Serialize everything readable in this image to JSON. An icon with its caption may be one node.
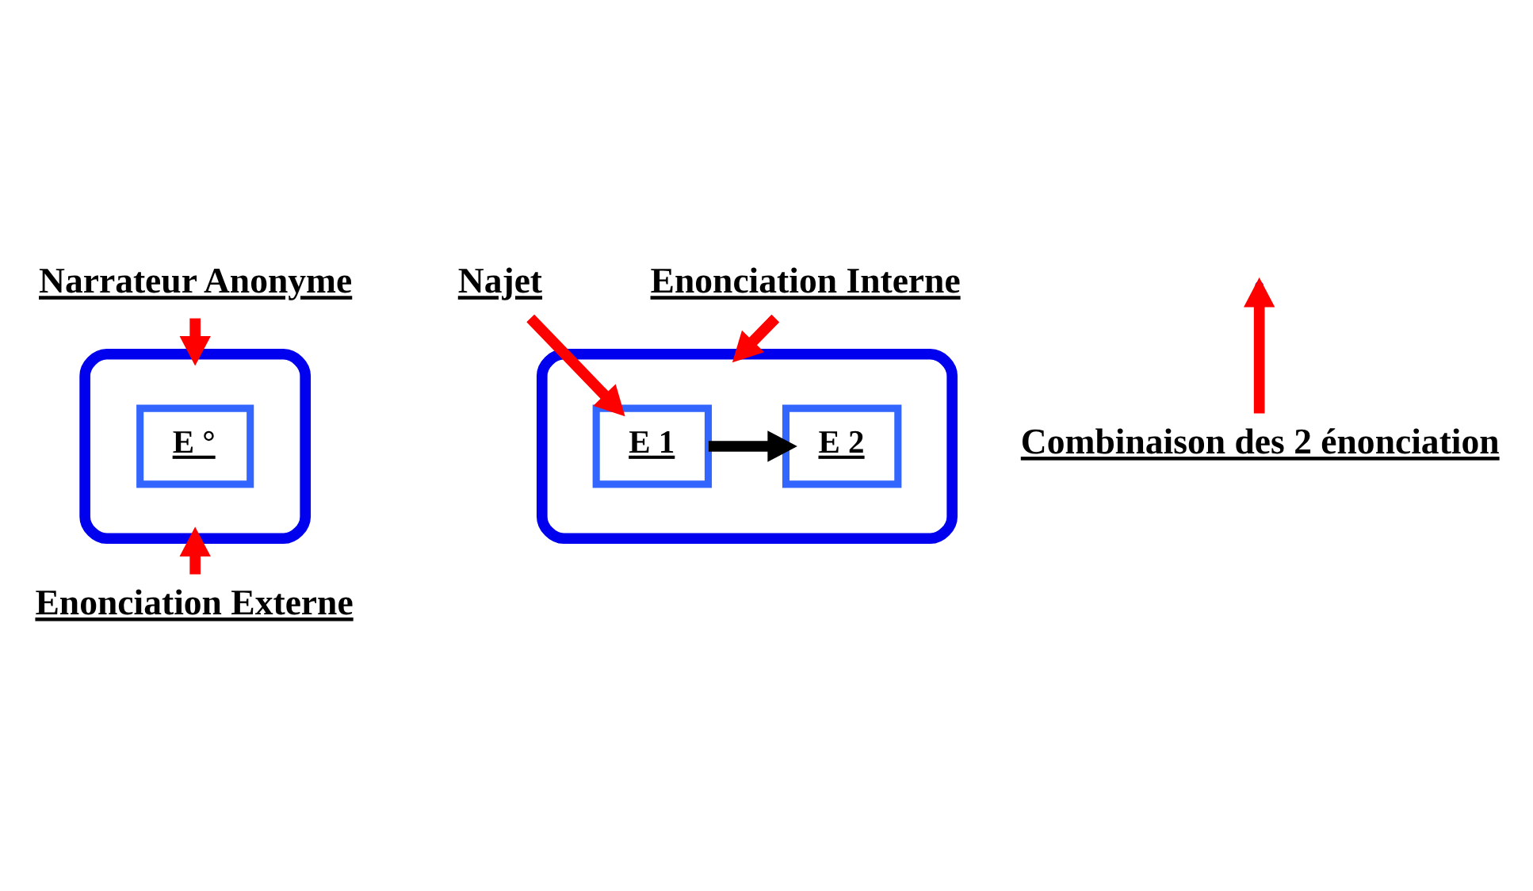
{
  "diagram": {
    "nodes": [
      {
        "text": [
          "Narrateur Anonyme"
        ]
      },
      {
        "text": [
          "Najet"
        ]
      },
      {
        "text": [
          "Enonciation Interne"
        ]
      },
      {
        "text": [],
        "shape": "ellipse"
      },
      {
        "text": [
          "E °"
        ],
        "in": 3
      },
      {
        "text": [],
        "shape": "ellipse"
      },
      {
        "text": [
          "E 1"
        ],
        "in": 5
      },
      {
        "text": [
          "E 2"
        ],
        "in": 5
      },
      {
        "text": [
          "Enonciation Externe"
        ]
      },
      {
        "text": [
          "Combinaison des 2 énonciation"
        ]
      }
    ],
    "edges": [
      {
        "from": 0,
        "to": 3,
        "arrow": "to"
      },
      {
        "from": 1,
        "to": 6,
        "arrow": "to"
      },
      {
        "from": 2,
        "to": 5,
        "arrow": "to"
      },
      {
        "from": 6,
        "to": 7,
        "arrow": "to",
        "color": "#000000"
      },
      {
        "from": 8,
        "to": 3,
        "arrow": "to"
      },
      {
        "from": 9,
        "to": null,
        "arrow": "to"
      }
    ]
  }
}
